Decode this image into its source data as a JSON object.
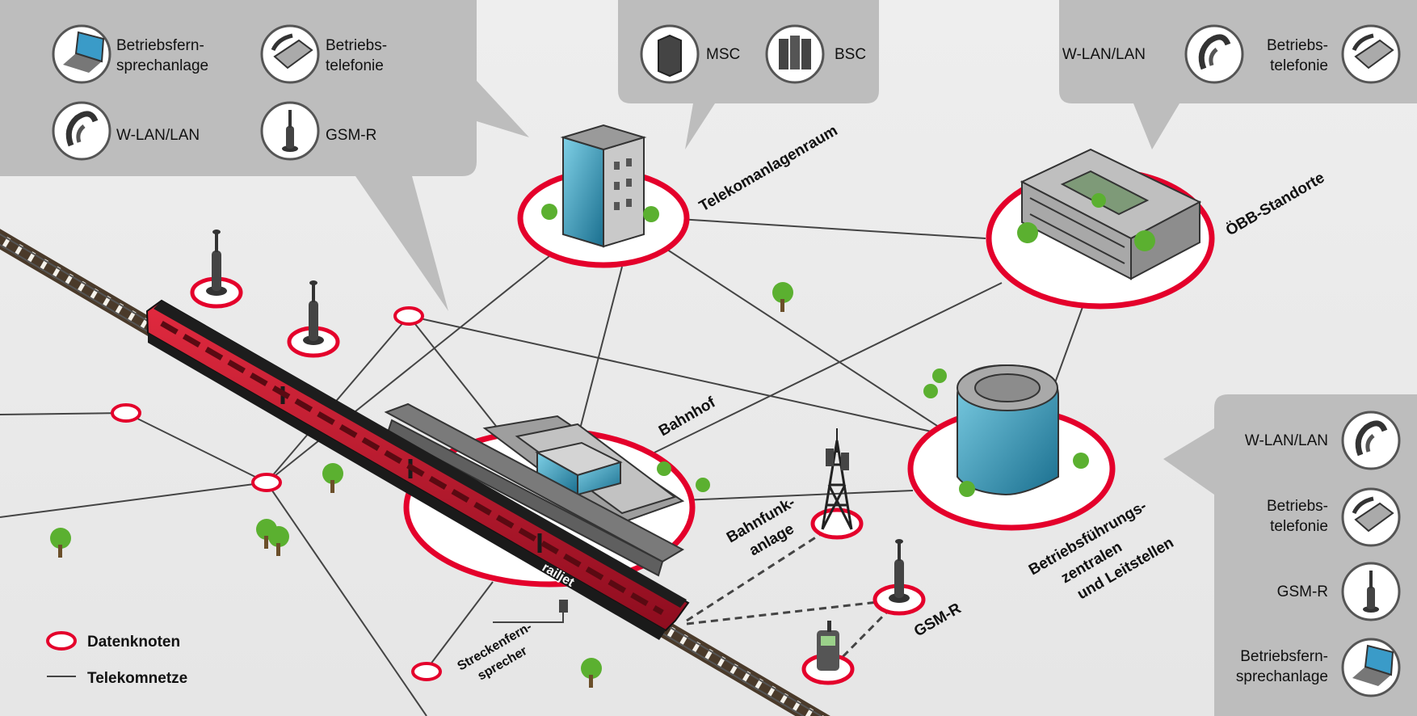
{
  "panels": {
    "top_left": {
      "items": [
        {
          "icon": "laptop-icon",
          "lines": [
            "Betriebsfern-",
            "sprechanlage"
          ]
        },
        {
          "icon": "desk-phone-icon",
          "lines": [
            "Betriebs-",
            "telefonie"
          ]
        },
        {
          "icon": "wlan-lan-icon",
          "lines": [
            "W-LAN/LAN"
          ]
        },
        {
          "icon": "gsm-r-antenna-icon",
          "lines": [
            "GSM-R"
          ]
        }
      ]
    },
    "top_center": {
      "items": [
        {
          "icon": "server-icon",
          "lines": [
            "MSC"
          ]
        },
        {
          "icon": "server-rack-icon",
          "lines": [
            "BSC"
          ]
        }
      ]
    },
    "top_right": {
      "items": [
        {
          "icon": "wlan-lan-icon",
          "lines": [
            "W-LAN/LAN"
          ]
        },
        {
          "icon": "desk-phone-icon",
          "lines": [
            "Betriebs-",
            "telefonie"
          ]
        }
      ]
    },
    "right": {
      "items": [
        {
          "icon": "wlan-lan-icon",
          "lines": [
            "W-LAN/LAN"
          ]
        },
        {
          "icon": "desk-phone-icon",
          "lines": [
            "Betriebs-",
            "telefonie"
          ]
        },
        {
          "icon": "gsm-r-antenna-icon",
          "lines": [
            "GSM-R"
          ]
        },
        {
          "icon": "laptop-icon",
          "lines": [
            "Betriebsfern-",
            "sprechanlage"
          ]
        }
      ]
    }
  },
  "labels": {
    "telekomanlagenraum": "Telekomanlagenraum",
    "oebb_standorte": "ÖBB-Standorte",
    "bahnhof": "Bahnhof",
    "bahnfunkanlage": [
      "Bahnfunk-",
      "anlage"
    ],
    "gsm_r": "GSM-R",
    "betriebsfuehrung": [
      "Betriebsführungs-",
      "zentralen",
      "und Leitstellen"
    ],
    "streckenfernsprecher": [
      "Streckenfern-",
      "sprecher"
    ],
    "train_brand": "railjet"
  },
  "legend": {
    "datenknoten": "Datenknoten",
    "telekomnetze": "Telekomnetze"
  },
  "colors": {
    "accent_red": "#e4002b",
    "panel_gray": "#bdbdbd",
    "line": "#444444",
    "train_red": "#c8102e"
  }
}
